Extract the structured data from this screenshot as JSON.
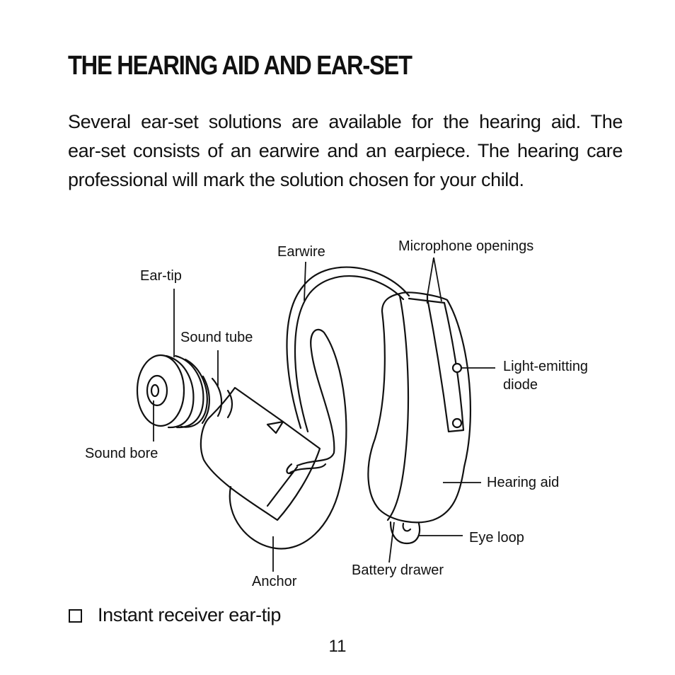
{
  "heading": "THE HEARING AID AND EAR-SET",
  "intro": {
    "line1": "Several ear-set solutions are available for the hearing aid. The",
    "line2": "ear-set consists of an earwire and an earpiece. The hearing care",
    "line3": "professional will mark the solution chosen for your child."
  },
  "diagram": {
    "labels": {
      "earwire": "Earwire",
      "microphone_openings": "Microphone openings",
      "ear_tip": "Ear-tip",
      "sound_tube": "Sound tube",
      "light_emitting_diode_line1": "Light-emitting",
      "light_emitting_diode_line2": "diode",
      "sound_bore": "Sound bore",
      "hearing_aid": "Hearing aid",
      "eye_loop": "Eye loop",
      "battery_drawer": "Battery drawer",
      "anchor": "Anchor"
    }
  },
  "option": {
    "label": "Instant receiver ear-tip",
    "checked": false
  },
  "page_number": "11"
}
